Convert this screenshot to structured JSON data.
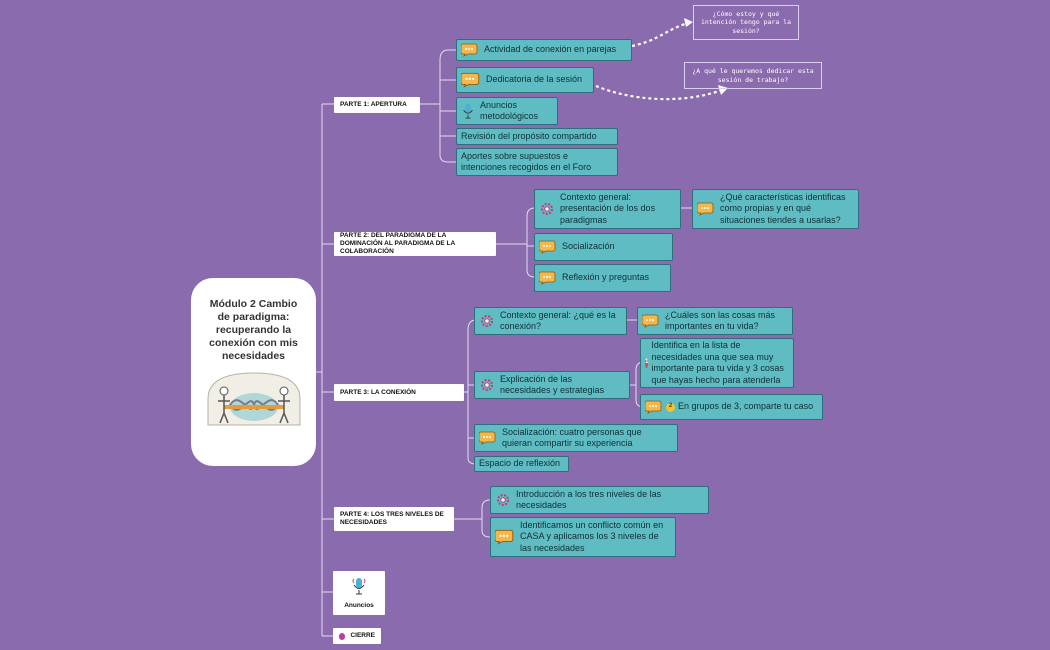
{
  "root": {
    "title": "Módulo 2 Cambio de paradigma: recuperando la conexión con mis necesidades"
  },
  "parts": {
    "p1": "PARTE 1: APERTURA",
    "p2": "PARTE 2: DEL PARADIGMA DE LA DOMINACIÓN AL PARADIGMA DE LA COLABORACIÓN",
    "p3": "PARTE 3: LA CONEXIÓN",
    "p4": "PARTE 4: LOS TRES NIVELES DE NECESIDADES",
    "anuncios": "Anuncios",
    "cierre": "CIERRE"
  },
  "p1": {
    "actividad": "Actividad de conexión en  parejas",
    "dedicatoria": "Dedicatoria de la sesión",
    "anuncios_metod": "Anuncios metodológicos",
    "revision": "Revisión del propósito compartido",
    "aportes": "Aportes sobre supuestos e intenciones recogidos en el Foro",
    "note_intencion": "¿Cómo estoy y qué intención tengo para la sesión?",
    "note_dedicar": "¿A qué le queremos dedicar esta sesión de trabajo?"
  },
  "p2": {
    "contexto": "Contexto general: presentación de los dos paradigmas",
    "caracteristicas": "¿Qué características identificas como propias y en qué situaciones tiendes a usarlas?",
    "socializacion": "Socialización",
    "reflexion": "Reflexión y preguntas"
  },
  "p3": {
    "contexto": "Contexto general: ¿qué es la conexión?",
    "cuales": "¿Cuáles son las cosas más importantes en tu vida?",
    "explicacion": "Explicación de las necesidades y estrategias",
    "identifica_num": "1",
    "identifica": "Identifica en la lista de necesidades una que sea muy importante para tu vida y 3 cosas que hayas hecho para atenderla",
    "grupos_num": "2",
    "grupos": "En grupos de 3, comparte tu caso",
    "socializacion": "Socialización: cuatro personas que quieran compartir su experiencia",
    "espacio": "Espacio de reflexión"
  },
  "p4": {
    "intro": "Introducción a los tres niveles de las necesidades",
    "identificamos": "Identificamos un conflicto común en CASA y aplicamos los 3 niveles de las necesidades"
  },
  "colors": {
    "background": "#8a6bae",
    "node_fill": "#5fbcc2",
    "node_border": "#2f6f7a",
    "link": "#ffffff",
    "badge_red": "#e04a3a",
    "badge_yellow": "#f2c230"
  },
  "icons": {
    "chat": "speech-bubble-icon",
    "gear": "gear-icon",
    "mic": "microphone-icon"
  }
}
